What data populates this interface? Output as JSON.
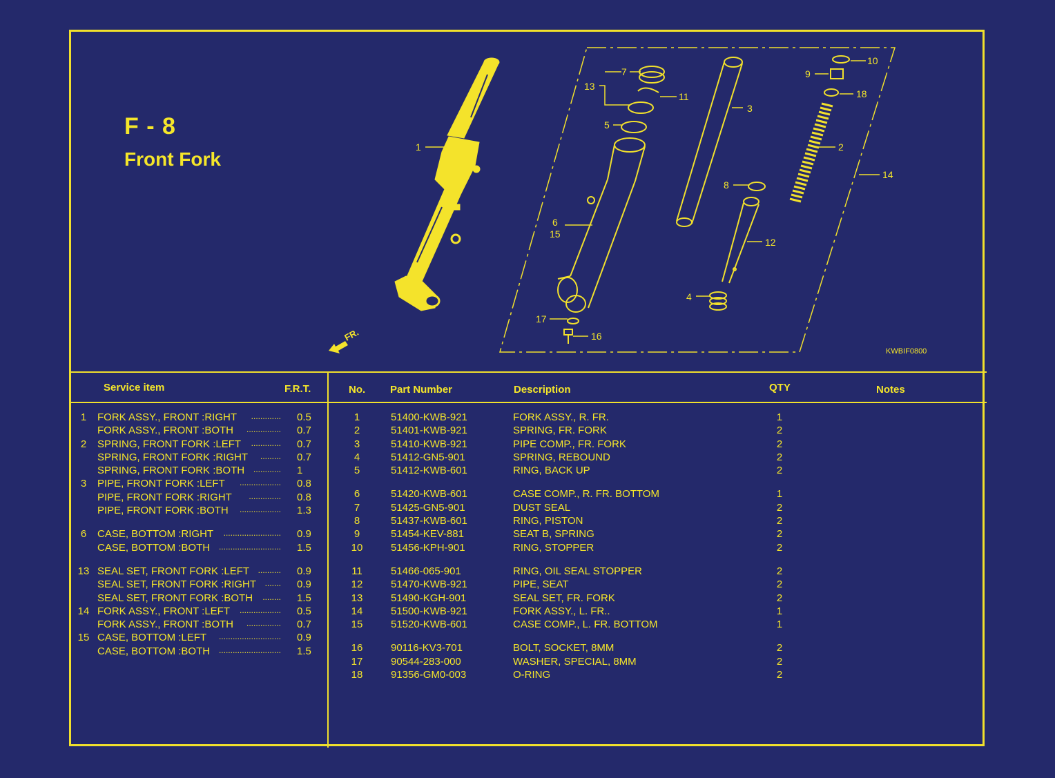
{
  "header": {
    "code": "F - 8",
    "title": "Front Fork",
    "figure_id": "KWBIF0800"
  },
  "colors": {
    "background": "#24296b",
    "accent": "#f1e02c"
  },
  "diagram": {
    "direction_label": "FR.",
    "callouts": [
      "1",
      "2",
      "3",
      "4",
      "5",
      "6",
      "7",
      "8",
      "9",
      "10",
      "11",
      "12",
      "13",
      "14",
      "15",
      "16",
      "17",
      "18"
    ]
  },
  "service_table": {
    "headers": {
      "item": "Service item",
      "frt": "F.R.T."
    },
    "rows": [
      {
        "num": "1",
        "item": "FORK ASSY., FRONT :RIGHT",
        "frt": "0.5"
      },
      {
        "num": "",
        "item": "FORK ASSY., FRONT :BOTH",
        "frt": "0.7"
      },
      {
        "num": "2",
        "item": "SPRING, FRONT FORK :LEFT",
        "frt": "0.7"
      },
      {
        "num": "",
        "item": "SPRING, FRONT FORK :RIGHT",
        "frt": "0.7"
      },
      {
        "num": "",
        "item": "SPRING, FRONT FORK :BOTH",
        "frt": "1"
      },
      {
        "num": "3",
        "item": "PIPE, FRONT FORK :LEFT",
        "frt": "0.8"
      },
      {
        "num": "",
        "item": "PIPE, FRONT FORK :RIGHT",
        "frt": "0.8"
      },
      {
        "num": "",
        "item": "PIPE, FRONT FORK :BOTH",
        "frt": "1.3"
      },
      {
        "gap": true
      },
      {
        "num": "6",
        "item": "CASE, BOTTOM :RIGHT",
        "frt": "0.9"
      },
      {
        "num": "",
        "item": "CASE, BOTTOM :BOTH",
        "frt": "1.5"
      },
      {
        "gap": true
      },
      {
        "num": "13",
        "item": "SEAL SET, FRONT FORK :LEFT",
        "frt": "0.9"
      },
      {
        "num": "",
        "item": "SEAL SET, FRONT FORK :RIGHT",
        "frt": "0.9"
      },
      {
        "num": "",
        "item": "SEAL SET, FRONT FORK :BOTH",
        "frt": "1.5"
      },
      {
        "num": "14",
        "item": "FORK ASSY., FRONT :LEFT",
        "frt": "0.5"
      },
      {
        "num": "",
        "item": "FORK ASSY., FRONT :BOTH",
        "frt": "0.7"
      },
      {
        "num": "15",
        "item": "CASE, BOTTOM :LEFT",
        "frt": "0.9"
      },
      {
        "num": "",
        "item": "CASE, BOTTOM :BOTH",
        "frt": "1.5"
      }
    ]
  },
  "parts_table": {
    "headers": {
      "no": "No.",
      "part_number": "Part Number",
      "description": "Description",
      "qty": "QTY",
      "notes": "Notes"
    },
    "rows": [
      {
        "no": "1",
        "pn": "51400-KWB-921",
        "desc": "FORK ASSY., R. FR.",
        "qty": "1"
      },
      {
        "no": "2",
        "pn": "51401-KWB-921",
        "desc": "SPRING, FR. FORK",
        "qty": "2"
      },
      {
        "no": "3",
        "pn": "51410-KWB-921",
        "desc": "PIPE COMP., FR. FORK",
        "qty": "2"
      },
      {
        "no": "4",
        "pn": "51412-GN5-901",
        "desc": "SPRING, REBOUND",
        "qty": "2"
      },
      {
        "no": "5",
        "pn": "51412-KWB-601",
        "desc": "RING, BACK UP",
        "qty": "2"
      },
      {
        "gap": true
      },
      {
        "no": "6",
        "pn": "51420-KWB-601",
        "desc": "CASE COMP., R. FR. BOTTOM",
        "qty": "1"
      },
      {
        "no": "7",
        "pn": "51425-GN5-901",
        "desc": "DUST SEAL",
        "qty": "2"
      },
      {
        "no": "8",
        "pn": "51437-KWB-601",
        "desc": "RING, PISTON",
        "qty": "2"
      },
      {
        "no": "9",
        "pn": "51454-KEV-881",
        "desc": "SEAT B, SPRING",
        "qty": "2"
      },
      {
        "no": "10",
        "pn": "51456-KPH-901",
        "desc": "RING, STOPPER",
        "qty": "2"
      },
      {
        "gap": true
      },
      {
        "no": "11",
        "pn": "51466-065-901",
        "desc": "RING, OIL SEAL STOPPER",
        "qty": "2"
      },
      {
        "no": "12",
        "pn": "51470-KWB-921",
        "desc": "PIPE, SEAT",
        "qty": "2"
      },
      {
        "no": "13",
        "pn": "51490-KGH-901",
        "desc": "SEAL SET, FR. FORK",
        "qty": "2"
      },
      {
        "no": "14",
        "pn": "51500-KWB-921",
        "desc": "FORK ASSY., L. FR..",
        "qty": "1"
      },
      {
        "no": "15",
        "pn": "51520-KWB-601",
        "desc": "CASE COMP., L. FR. BOTTOM",
        "qty": "1"
      },
      {
        "gap": true
      },
      {
        "no": "16",
        "pn": "90116-KV3-701",
        "desc": "BOLT, SOCKET, 8MM",
        "qty": "2"
      },
      {
        "no": "17",
        "pn": "90544-283-000",
        "desc": "WASHER, SPECIAL, 8MM",
        "qty": "2"
      },
      {
        "no": "18",
        "pn": "91356-GM0-003",
        "desc": "O-RING",
        "qty": "2"
      }
    ]
  }
}
